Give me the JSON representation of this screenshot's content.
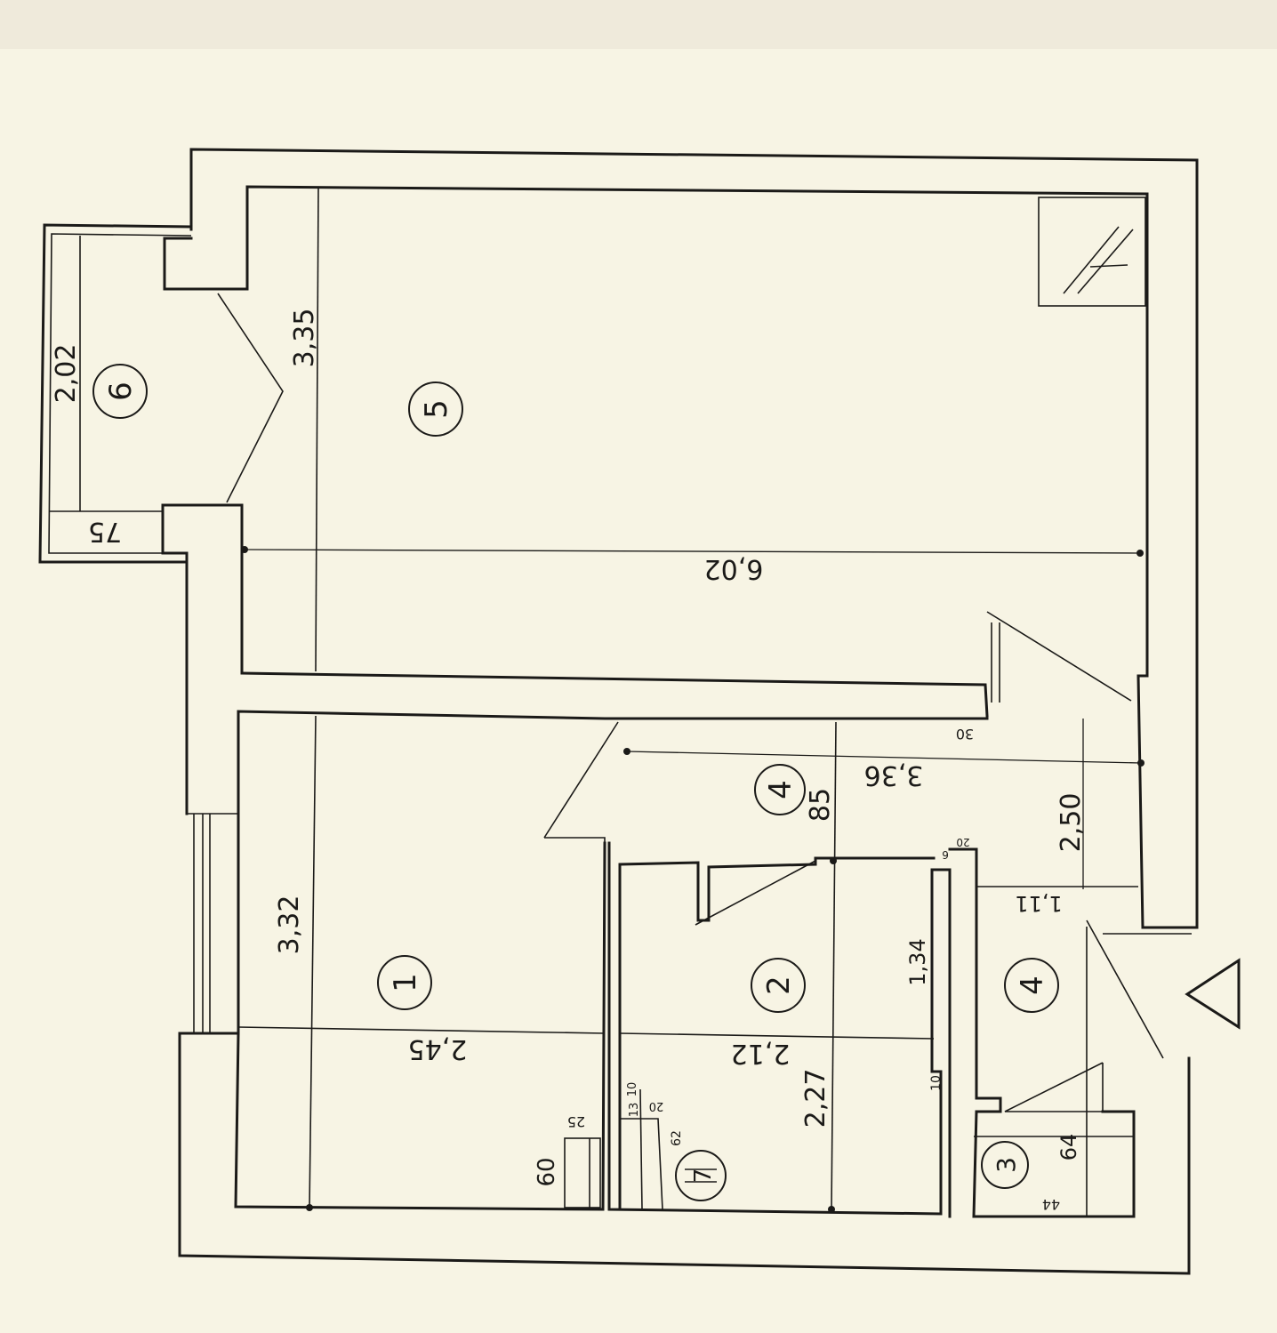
{
  "rooms": {
    "r1": "1",
    "r2": "2",
    "r3": "3",
    "r4a": "4",
    "r4b": "4",
    "r5": "5",
    "r6": "6",
    "r7": "7"
  },
  "dimensions": {
    "room5_length": "6,02",
    "room5_width": "3,35",
    "balcony_length": "2,02",
    "balcony_width": "75",
    "room1_length": "3,32",
    "room1_width": "2,45",
    "room2_width": "2,12",
    "room2_length": "2,27",
    "room2_side": "1,34",
    "hall_length": "3,36",
    "hall_width": "2,50",
    "hall_door_gap": "85",
    "hall_entry": "1,11",
    "bath_length": "64",
    "bath_width": "44",
    "niche_depth": "60",
    "niche_width": "25",
    "wall_30": "30",
    "wall_20a": "20",
    "wall_10a": "10",
    "wall_10b": "10",
    "wall_20b": "20",
    "wall_13": "13",
    "wall_62": "62",
    "wall_6": "6"
  },
  "symbols": {
    "ventilation": "ventilation-shaft-icon",
    "entrance": "entrance-triangle-icon"
  }
}
